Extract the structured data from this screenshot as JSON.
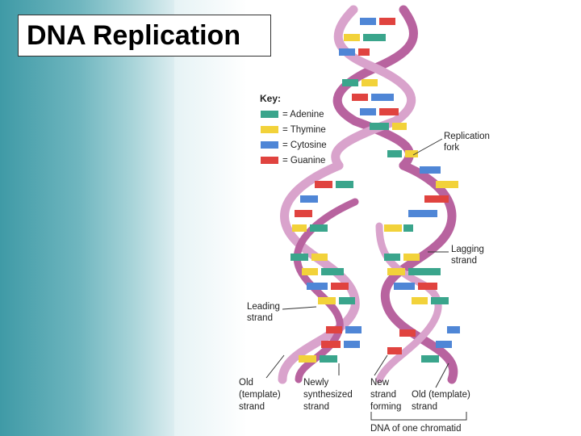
{
  "title": "DNA Replication",
  "key": {
    "heading": "Key:",
    "items": [
      {
        "label": "= Adenine",
        "color": "#3aa58c"
      },
      {
        "label": "= Thymine",
        "color": "#f2d23a"
      },
      {
        "label": "= Cytosine",
        "color": "#4f86d6"
      },
      {
        "label": "= Guanine",
        "color": "#e0433f"
      }
    ]
  },
  "labels": {
    "replication_fork": [
      "Replication",
      "fork"
    ],
    "lagging_strand": [
      "Lagging",
      "strand"
    ],
    "leading_strand": [
      "Leading",
      "strand"
    ],
    "old_template_left": [
      "Old",
      "(template)",
      "strand"
    ],
    "newly_synthesized": [
      "Newly",
      "synthesized",
      "strand"
    ],
    "new_strand_forming": [
      "New",
      "strand",
      "forming"
    ],
    "old_template_right": [
      "Old (template)",
      "strand"
    ],
    "chromatid": "DNA of one chromatid"
  },
  "colors": {
    "backbone": "#b8639f",
    "backbone_light": "#d9a3cc",
    "adenine": "#3aa58c",
    "thymine": "#f2d23a",
    "cytosine": "#4f86d6",
    "guanine": "#e0433f"
  }
}
